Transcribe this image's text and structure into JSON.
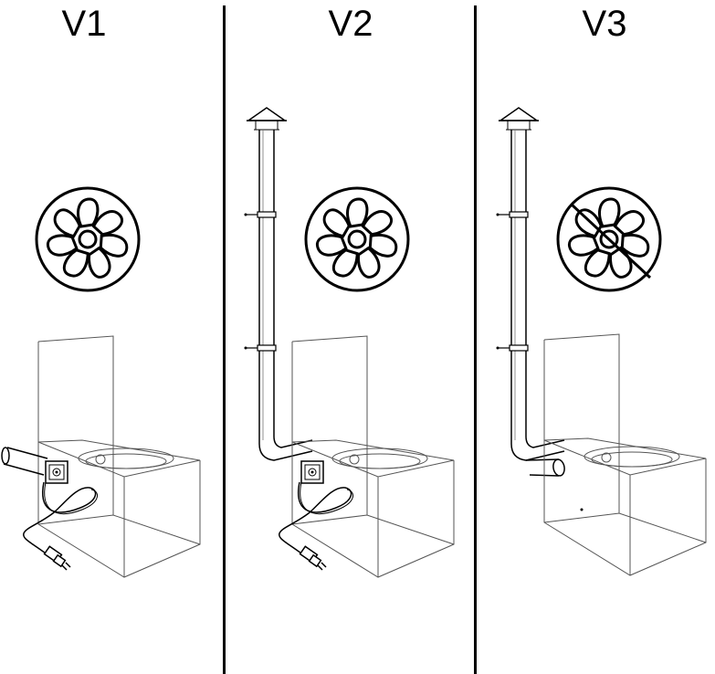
{
  "panels": [
    {
      "label": "V1",
      "fan": "fan-icon",
      "pipe": false,
      "fan_unit": true,
      "fan_disabled": false
    },
    {
      "label": "V2",
      "fan": "fan-icon",
      "pipe": true,
      "fan_unit": true,
      "fan_disabled": false
    },
    {
      "label": "V3",
      "fan": "fan-crossed-icon",
      "pipe": true,
      "fan_unit": false,
      "fan_disabled": true
    }
  ],
  "colors": {
    "line": "#000000",
    "light_line": "#555555",
    "background": "#ffffff"
  }
}
